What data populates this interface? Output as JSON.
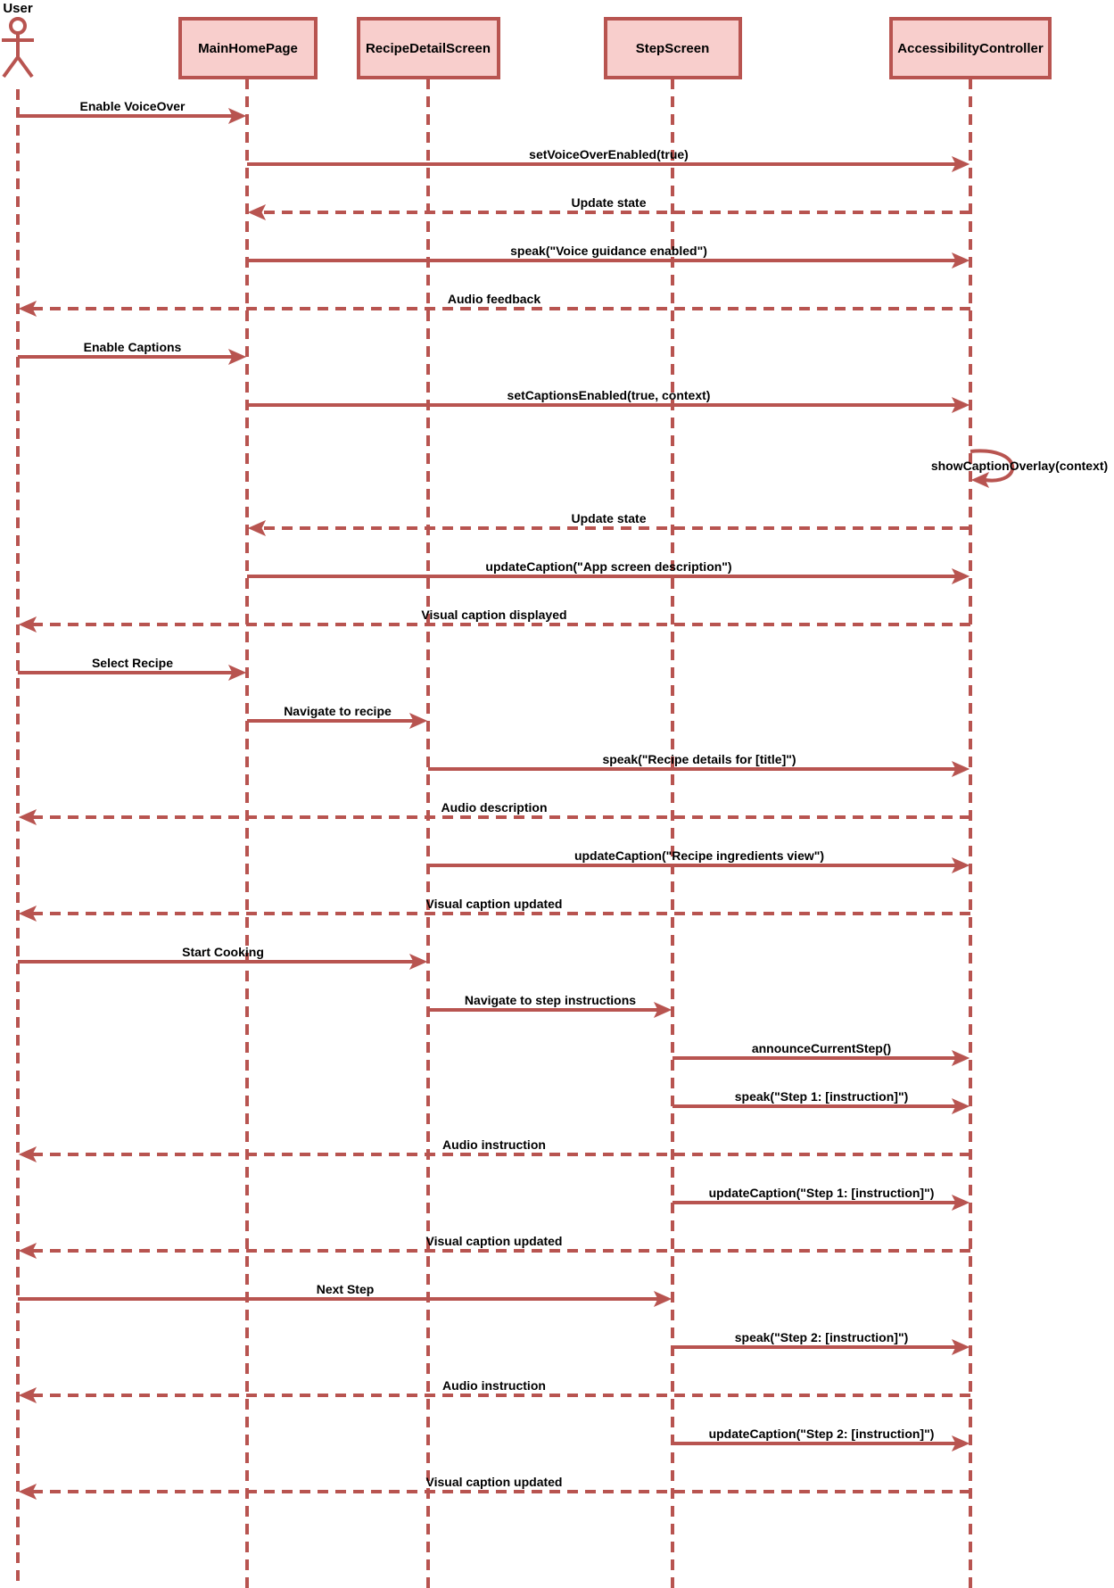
{
  "colors": {
    "stroke": "#b85450",
    "fill": "#f8cecc",
    "text": "#000000",
    "background": "#ffffff"
  },
  "actor": {
    "name": "User"
  },
  "participants": [
    {
      "id": "main",
      "label": "MainHomePage"
    },
    {
      "id": "recipe",
      "label": "RecipeDetailScreen"
    },
    {
      "id": "step",
      "label": "StepScreen"
    },
    {
      "id": "acc",
      "label": "AccessibilityController"
    }
  ],
  "messages": [
    {
      "from": "user",
      "to": "main",
      "kind": "sync",
      "label": "Enable VoiceOver"
    },
    {
      "from": "main",
      "to": "acc",
      "kind": "sync",
      "label": "setVoiceOverEnabled(true)"
    },
    {
      "from": "acc",
      "to": "main",
      "kind": "return",
      "label": "Update state"
    },
    {
      "from": "main",
      "to": "acc",
      "kind": "sync",
      "label": "speak(\"Voice guidance enabled\")"
    },
    {
      "from": "acc",
      "to": "user",
      "kind": "return",
      "label": "Audio feedback"
    },
    {
      "from": "user",
      "to": "main",
      "kind": "sync",
      "label": "Enable Captions"
    },
    {
      "from": "main",
      "to": "acc",
      "kind": "sync",
      "label": "setCaptionsEnabled(true, context)"
    },
    {
      "from": "acc",
      "to": "acc",
      "kind": "self",
      "label": "showCaptionOverlay(context)"
    },
    {
      "from": "acc",
      "to": "main",
      "kind": "return",
      "label": "Update state"
    },
    {
      "from": "main",
      "to": "acc",
      "kind": "sync",
      "label": "updateCaption(\"App screen description\")"
    },
    {
      "from": "acc",
      "to": "user",
      "kind": "return",
      "label": "Visual caption displayed"
    },
    {
      "from": "user",
      "to": "main",
      "kind": "sync",
      "label": "Select Recipe"
    },
    {
      "from": "main",
      "to": "recipe",
      "kind": "sync",
      "label": "Navigate to recipe"
    },
    {
      "from": "recipe",
      "to": "acc",
      "kind": "sync",
      "label": "speak(\"Recipe details for [title]\")"
    },
    {
      "from": "acc",
      "to": "user",
      "kind": "return",
      "label": "Audio description"
    },
    {
      "from": "recipe",
      "to": "acc",
      "kind": "sync",
      "label": "updateCaption(\"Recipe ingredients view\")"
    },
    {
      "from": "acc",
      "to": "user",
      "kind": "return",
      "label": "Visual caption updated"
    },
    {
      "from": "user",
      "to": "recipe",
      "kind": "sync",
      "label": "Start Cooking"
    },
    {
      "from": "recipe",
      "to": "step",
      "kind": "sync",
      "label": "Navigate to step instructions"
    },
    {
      "from": "step",
      "to": "acc",
      "kind": "sync",
      "label": "announceCurrentStep()"
    },
    {
      "from": "step",
      "to": "acc",
      "kind": "sync",
      "label": "speak(\"Step 1: [instruction]\")"
    },
    {
      "from": "acc",
      "to": "user",
      "kind": "return",
      "label": "Audio instruction"
    },
    {
      "from": "step",
      "to": "acc",
      "kind": "sync",
      "label": "updateCaption(\"Step 1: [instruction]\")"
    },
    {
      "from": "acc",
      "to": "user",
      "kind": "return",
      "label": "Visual caption updated"
    },
    {
      "from": "user",
      "to": "step",
      "kind": "sync",
      "label": "Next Step"
    },
    {
      "from": "step",
      "to": "acc",
      "kind": "sync",
      "label": "speak(\"Step 2: [instruction]\")"
    },
    {
      "from": "acc",
      "to": "user",
      "kind": "return",
      "label": "Audio instruction"
    },
    {
      "from": "step",
      "to": "acc",
      "kind": "sync",
      "label": "updateCaption(\"Step 2: [instruction]\")"
    },
    {
      "from": "acc",
      "to": "user",
      "kind": "return",
      "label": "Visual caption updated"
    }
  ]
}
